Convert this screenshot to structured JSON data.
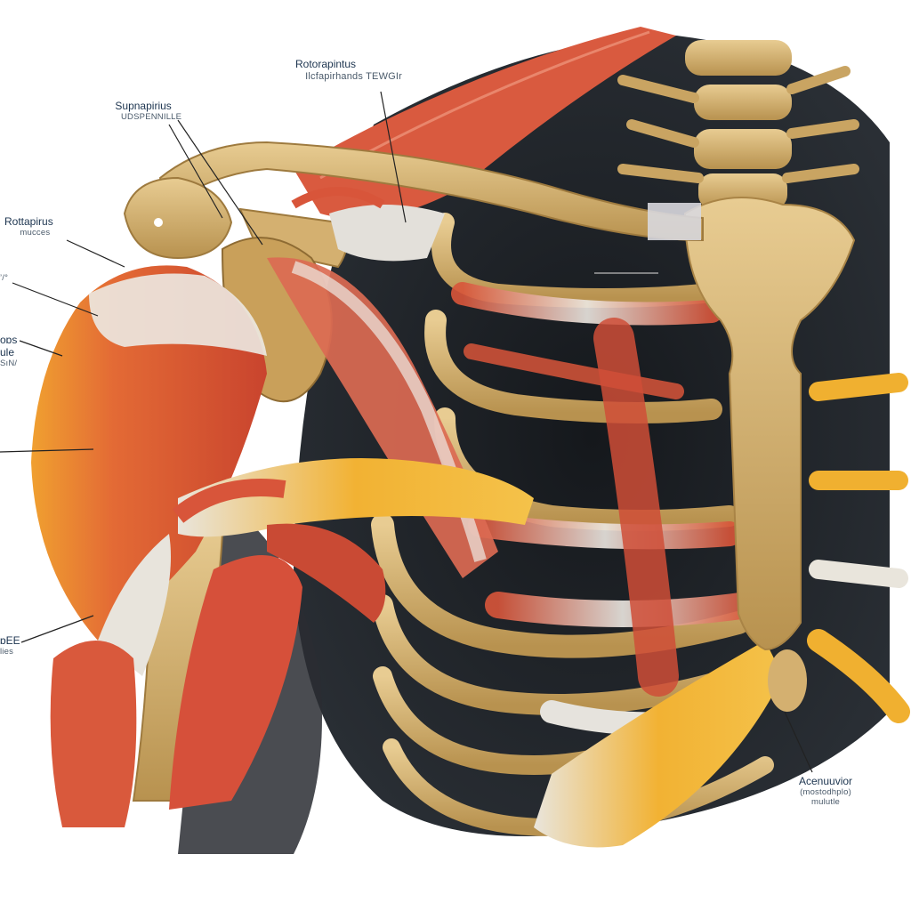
{
  "figure": {
    "type": "anatomical-illustration",
    "subject": "shoulder and thoracic cage muscles",
    "colors": {
      "background": "#ffffff",
      "cavity": "#0f1216",
      "bone": "#d9b77a",
      "bone_shade": "#b38e4f",
      "muscle_red": "#d8553a",
      "muscle_orange": "#e8833a",
      "muscle_yellow": "#f0b030",
      "tendon": "#e4e2dc",
      "label_text": "#1d3550",
      "leader_line": "#222222"
    }
  },
  "labels": [
    {
      "id": "rotorapintus",
      "title": "Rotorapintus",
      "subtitle": "Ilcfapirhands  TEWGIr"
    },
    {
      "id": "supnapirius",
      "title": "Supnapirius",
      "subtitle": "UDSPENNILLE"
    },
    {
      "id": "rottapirus",
      "title": "Rottapirus",
      "subtitle": "mucces"
    },
    {
      "id": "left-partial-1",
      "title": "’/°",
      "subtitle": ""
    },
    {
      "id": "left-partial-2",
      "title": "oɒs",
      "subtitle": "ule",
      "extra": "SıN/"
    },
    {
      "id": "left-partial-3",
      "title": "ɒEE",
      "subtitle": "lies"
    },
    {
      "id": "acenuuvior",
      "title": "Acenuuvior",
      "subtitle": "(mostodhplo)",
      "extra": "mulutle"
    }
  ]
}
